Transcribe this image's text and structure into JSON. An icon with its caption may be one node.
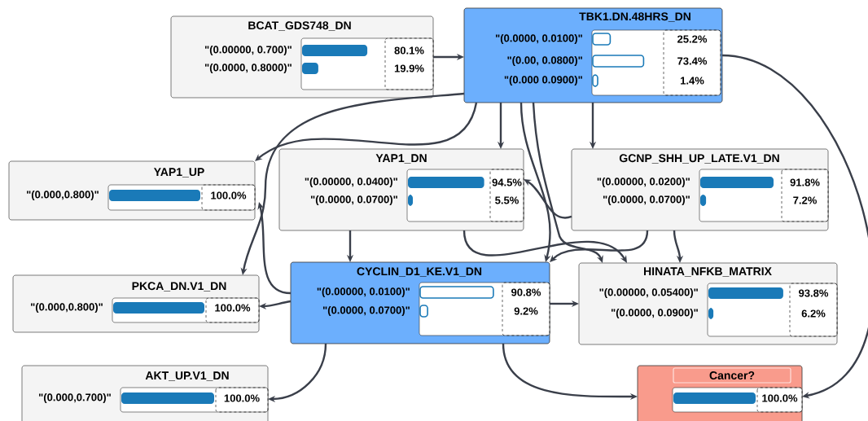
{
  "diagram": {
    "nodes": [
      {
        "text": [
          "BCAT_GDS748_DN",
          "\"(0.00000, 0.700)\"",
          "80.1%",
          "\"(0.0000, 0.8000)\"",
          "19.9%"
        ]
      },
      {
        "text": [
          "TBK1.DN.48HRS_DN",
          "\"(0.0000, 0.0100)\"",
          "25.2%",
          "\"(0.00, 0.0800)\"",
          "73.4%",
          "\"(0.000 0.0900)\"",
          "1.4%"
        ]
      },
      {
        "text": [
          "YAP1_UP",
          "\"(0.000,0.800)\"",
          "100.0%"
        ]
      },
      {
        "text": [
          "YAP1_DN",
          "\"(0.00000, 0.0400)\"",
          "94.5%",
          "\"(0.0000, 0.0700)\"",
          "5.5%"
        ]
      },
      {
        "text": [
          "GCNP_SHH_UP_LATE.V1_DN",
          "\"(0.00000, 0.0200)\"",
          "91.8%",
          "\"(0.0000, 0.0700)\"",
          "7.2%"
        ]
      },
      {
        "text": [
          "PKCA_DN.V1_DN",
          "\"(0.000,0.800)\"",
          "100.0%"
        ]
      },
      {
        "text": [
          "CYCLIN_D1_KE.V1_DN",
          "\"(0.00000, 0.0100)\"",
          "90.8%",
          "\"(0.0000, 0.0700)\"",
          "9.2%"
        ]
      },
      {
        "text": [
          "HINATA_NFKB_MATRIX",
          "\"(0.00000, 0.05400)\"",
          "93.8%",
          "\"(0.0000, 0.0900)\"",
          "6.2%"
        ]
      },
      {
        "text": [
          "AKT_UP.V1_DN",
          "\"(0.000,0.700)\"",
          "100.0%"
        ]
      },
      {
        "text": [
          "Cancer?",
          "100.0%"
        ]
      }
    ],
    "edges": [
      {
        "from": 0,
        "to": 1,
        "arrow": "to"
      },
      {
        "from": 1,
        "to": 2,
        "arrow": "to"
      },
      {
        "from": 1,
        "to": 5,
        "arrow": "to"
      },
      {
        "from": 1,
        "to": 3,
        "arrow": "to"
      },
      {
        "from": 1,
        "to": 4,
        "arrow": "to"
      },
      {
        "from": 1,
        "to": 6,
        "arrow": "to"
      },
      {
        "from": 1,
        "to": 7,
        "arrow": "to"
      },
      {
        "from": 1,
        "to": 9,
        "arrow": "to"
      },
      {
        "from": 3,
        "to": 6,
        "arrow": "to"
      },
      {
        "from": 3,
        "to": 7,
        "arrow": "to"
      },
      {
        "from": 4,
        "to": 3,
        "arrow": "to"
      },
      {
        "from": 4,
        "to": 6,
        "arrow": "to"
      },
      {
        "from": 4,
        "to": 7,
        "arrow": "to"
      },
      {
        "from": 6,
        "to": 2,
        "arrow": "to"
      },
      {
        "from": 6,
        "to": 5,
        "arrow": "to"
      },
      {
        "from": 6,
        "to": 7,
        "arrow": "to"
      },
      {
        "from": 6,
        "to": 8,
        "arrow": "to"
      },
      {
        "from": 6,
        "to": 9,
        "arrow": "to"
      }
    ]
  }
}
